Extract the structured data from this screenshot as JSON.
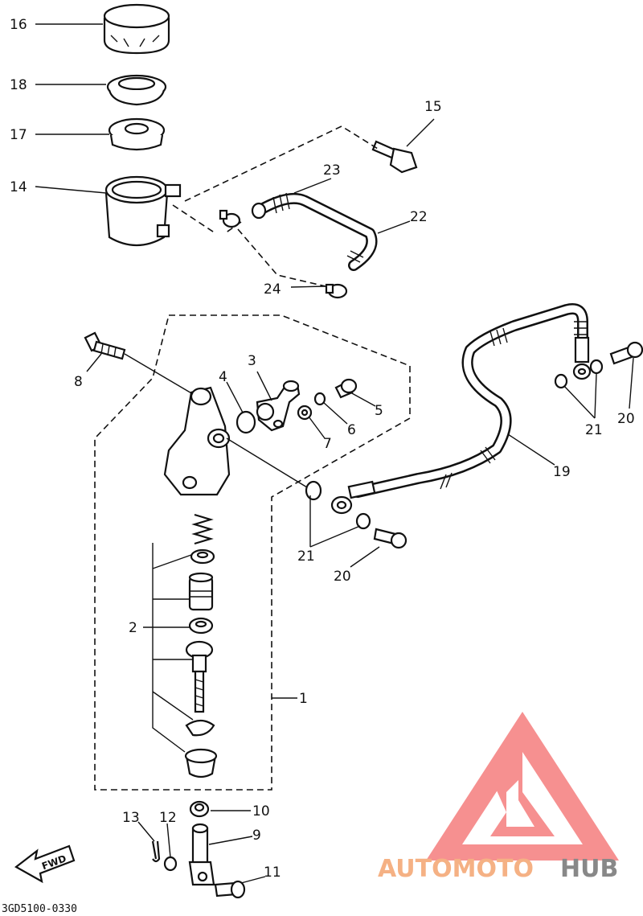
{
  "diagram_code": "3GD5100-0330",
  "fwd_label": "FWD",
  "watermark": {
    "part1": "AUTOMOTO",
    "part2": "HUB",
    "color1": "#f5b184",
    "color2": "#888888",
    "logo_color": "#f36b6b"
  },
  "callouts": [
    {
      "id": "16",
      "text": "16"
    },
    {
      "id": "18",
      "text": "18"
    },
    {
      "id": "17",
      "text": "17"
    },
    {
      "id": "14",
      "text": "14"
    },
    {
      "id": "15",
      "text": "15"
    },
    {
      "id": "23",
      "text": "23"
    },
    {
      "id": "22",
      "text": "22"
    },
    {
      "id": "24",
      "text": "24"
    },
    {
      "id": "8",
      "text": "8"
    },
    {
      "id": "3",
      "text": "3"
    },
    {
      "id": "4",
      "text": "4"
    },
    {
      "id": "5",
      "text": "5"
    },
    {
      "id": "6",
      "text": "6"
    },
    {
      "id": "7",
      "text": "7"
    },
    {
      "id": "21a",
      "text": "21"
    },
    {
      "id": "20a",
      "text": "20"
    },
    {
      "id": "19",
      "text": "19"
    },
    {
      "id": "21b",
      "text": "21"
    },
    {
      "id": "20b",
      "text": "20"
    },
    {
      "id": "2",
      "text": "2"
    },
    {
      "id": "1",
      "text": "1"
    },
    {
      "id": "10",
      "text": "10"
    },
    {
      "id": "13",
      "text": "13"
    },
    {
      "id": "12",
      "text": "12"
    },
    {
      "id": "9",
      "text": "9"
    },
    {
      "id": "11",
      "text": "11"
    }
  ]
}
